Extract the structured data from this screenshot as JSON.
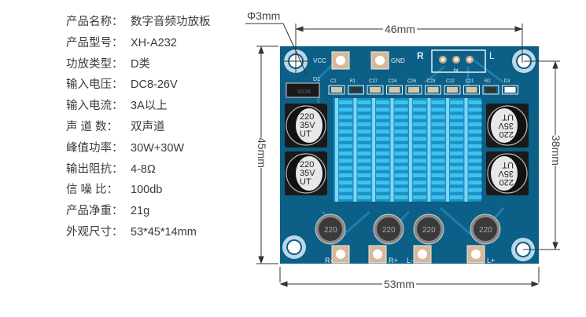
{
  "specs": [
    {
      "label": "产品名称：",
      "value": "数字音频功放板"
    },
    {
      "label": "产品型号：",
      "value": "XH-A232"
    },
    {
      "label": "功放类型：",
      "value": "D类"
    },
    {
      "label": "输入电压：",
      "value": "DC8-26V"
    },
    {
      "label": "输入电流：",
      "value": "3A以上"
    },
    {
      "label": "声 道 数：",
      "value": "双声道"
    },
    {
      "label": "峰值功率：",
      "value": "30W+30W"
    },
    {
      "label": "输出阻抗：",
      "value": "4-8Ω"
    },
    {
      "label": "信 噪 比：",
      "value": "100db"
    },
    {
      "label": "产品净重：",
      "value": "21g"
    },
    {
      "label": "外观尺寸：",
      "value": "53*45*14mm"
    }
  ],
  "dimensions": {
    "hole_diameter": "Φ3mm",
    "hole_spacing_width": "46mm",
    "board_width": "53mm",
    "board_height": "45mm",
    "hole_spacing_height": "38mm"
  },
  "board": {
    "colors": {
      "pcb": "#0c5f86",
      "heatsink": "#2bb3e6",
      "silk": "#e8f0f4",
      "trace": "#1a7fb0"
    },
    "top_labels": {
      "vcc": "VCC",
      "gnd": "GND",
      "r": "R",
      "l": "L",
      "pot": "bt"
    },
    "component_labels": [
      "C2",
      "R1",
      "C27",
      "C24",
      "C26",
      "C23",
      "C22",
      "C21",
      "R2",
      "D3"
    ],
    "diode_label": "D1",
    "diode_marking": "SS34",
    "capacitor_marking": [
      "220",
      "35V",
      "UT"
    ],
    "inductor_marking": "220",
    "output_labels": [
      "R-",
      "R+",
      "L-",
      "L+"
    ]
  }
}
